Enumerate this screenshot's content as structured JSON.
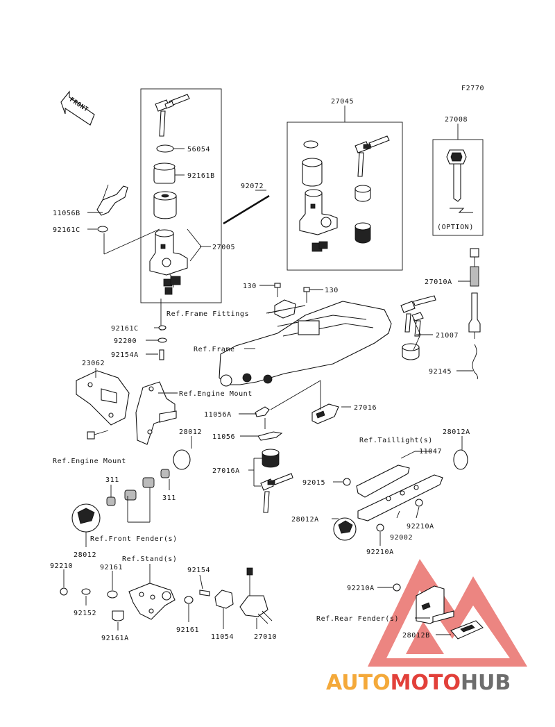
{
  "figure_code": "F2770",
  "front_arrow_text": "FRONT",
  "option_text": "(OPTION)",
  "labels": {
    "l27045": "27045",
    "l27008": "27008",
    "l56054": "56054",
    "l92161B": "92161B",
    "l92072": "92072",
    "l11056B": "11056B",
    "l92161C_a": "92161C",
    "l27005": "27005",
    "l130_a": "130",
    "l130_b": "130",
    "l27010A": "27010A",
    "refFrameFittings": "Ref.Frame Fittings",
    "l92161C_b": "92161C",
    "l92200": "92200",
    "l21007": "21007",
    "refFrame": "Ref.Frame",
    "l92154A": "92154A",
    "l23062": "23062",
    "l92145": "92145",
    "refEngineMount_a": "Ref.Engine Mount",
    "l27016": "27016",
    "l11056A": "11056A",
    "l28012_a": "28012",
    "l28012A_a": "28012A",
    "l11056": "11056",
    "refTaillight": "Ref.Taillight(s)",
    "l11047": "11047",
    "refEngineMount_b": "Ref.Engine Mount",
    "l27016A": "27016A",
    "l311_a": "311",
    "l92015": "92015",
    "l311_b": "311",
    "l28012A_b": "28012A",
    "l92210A_a": "92210A",
    "l92002": "92002",
    "refFrontFender": "Ref.Front Fender(s)",
    "l28012_b": "28012",
    "l92210A_b": "92210A",
    "refStand": "Ref.Stand(s)",
    "l92210": "92210",
    "l92161_a": "92161",
    "l92154": "92154",
    "l92210A_c": "92210A",
    "l92152": "92152",
    "refRearFender": "Ref.Rear Fender(s)",
    "l92161_b": "92161",
    "l11054": "11054",
    "l27010": "27010",
    "l92161A": "92161A",
    "l28012B": "28012B"
  },
  "watermark": {
    "part1": "AUTO",
    "part2": "MOTO",
    "part3": "HUB",
    "color_orange": "#f4a93a",
    "color_red": "#e2403a",
    "color_grey": "#6d6d6d"
  }
}
